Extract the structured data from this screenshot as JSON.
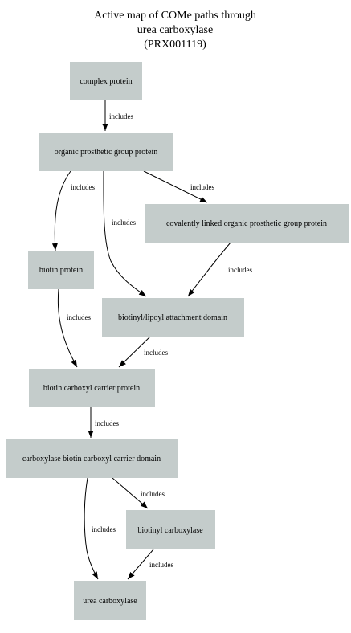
{
  "title": {
    "lines": [
      "Active map of COMe paths through",
      "urea carboxylase",
      "(PRX001119)"
    ]
  },
  "colors": {
    "node_fill": "#c4cccb",
    "edge": "#000000",
    "text": "#000000"
  },
  "nodes": [
    {
      "id": "complex-protein",
      "label": "complex protein"
    },
    {
      "id": "organic-prosthetic-group-protein",
      "label": "organic prosthetic group protein"
    },
    {
      "id": "covalently-linked-organic-prosthetic-group-protein",
      "label": "covalently linked organic prosthetic group protein"
    },
    {
      "id": "biotin-protein",
      "label": "biotin protein"
    },
    {
      "id": "biotinyl-lipoyl-attachment-domain",
      "label": "biotinyl/lipoyl attachment domain"
    },
    {
      "id": "biotin-carboxyl-carrier-protein",
      "label": "biotin carboxyl carrier protein"
    },
    {
      "id": "carboxylase-biotin-carboxyl-carrier-domain",
      "label": "carboxylase biotin carboxyl carrier domain"
    },
    {
      "id": "biotinyl-carboxylase",
      "label": "biotinyl carboxylase"
    },
    {
      "id": "urea-carboxylase",
      "label": "urea carboxylase"
    }
  ],
  "edges": [
    {
      "from": "complex-protein",
      "to": "organic-prosthetic-group-protein",
      "label": "includes"
    },
    {
      "from": "organic-prosthetic-group-protein",
      "to": "biotin-protein",
      "label": "includes"
    },
    {
      "from": "organic-prosthetic-group-protein",
      "to": "biotinyl-lipoyl-attachment-domain",
      "label": "includes"
    },
    {
      "from": "organic-prosthetic-group-protein",
      "to": "covalently-linked-organic-prosthetic-group-protein",
      "label": "includes"
    },
    {
      "from": "covalently-linked-organic-prosthetic-group-protein",
      "to": "biotinyl-lipoyl-attachment-domain",
      "label": "includes"
    },
    {
      "from": "biotin-protein",
      "to": "biotin-carboxyl-carrier-protein",
      "label": "includes"
    },
    {
      "from": "biotinyl-lipoyl-attachment-domain",
      "to": "biotin-carboxyl-carrier-protein",
      "label": "includes"
    },
    {
      "from": "biotin-carboxyl-carrier-protein",
      "to": "carboxylase-biotin-carboxyl-carrier-domain",
      "label": "includes"
    },
    {
      "from": "carboxylase-biotin-carboxyl-carrier-domain",
      "to": "biotinyl-carboxylase",
      "label": "includes"
    },
    {
      "from": "carboxylase-biotin-carboxyl-carrier-domain",
      "to": "urea-carboxylase",
      "label": "includes"
    },
    {
      "from": "biotinyl-carboxylase",
      "to": "urea-carboxylase",
      "label": "includes"
    }
  ]
}
